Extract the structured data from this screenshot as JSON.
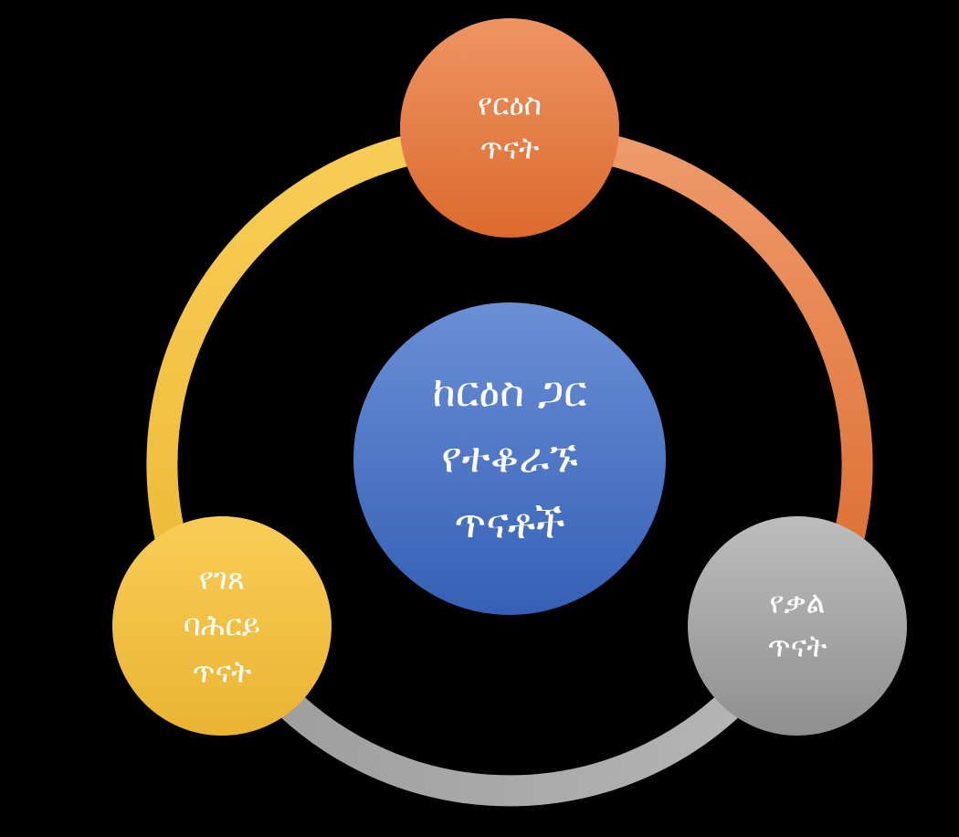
{
  "diagram": {
    "center": {
      "lines": [
        "ከርዕስ ጋር",
        "የተቆራኙ",
        "ጥናቶች"
      ],
      "color": "#4472C4"
    },
    "nodes": [
      {
        "lines": [
          "የርዕስ",
          "ጥናት"
        ],
        "color": "#E8763A"
      },
      {
        "lines": [
          "የቃል",
          "ጥናት"
        ],
        "color": "#A5A5A5"
      },
      {
        "lines": [
          "የገጸ",
          "ባሕርይ",
          "ጥናት"
        ],
        "color": "#F2C142"
      }
    ],
    "ring_colors": {
      "top_to_right": "#E8763A",
      "right_to_left": "#A5A5A5",
      "left_to_top": "#F2C142"
    }
  }
}
